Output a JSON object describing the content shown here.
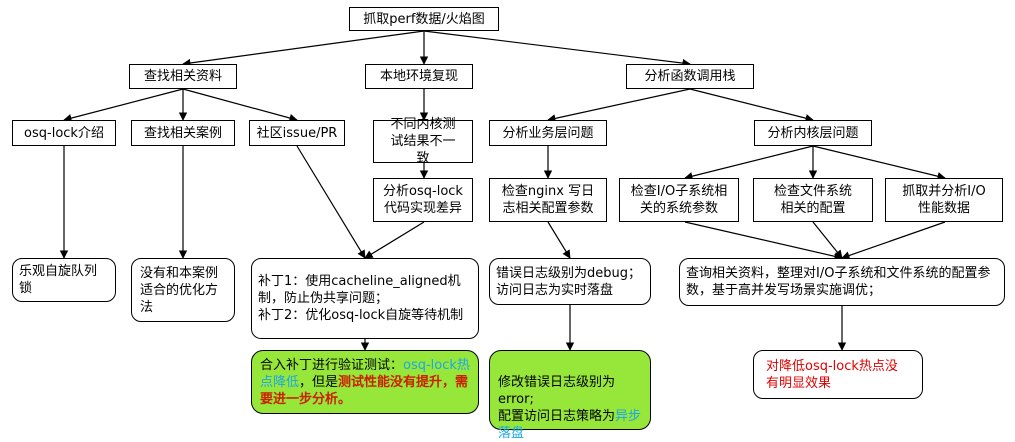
{
  "root": "抓取perf数据/火焰图",
  "l1": {
    "find": "查找相关资料",
    "local": "本地环境复现",
    "analyze": "分析函数调用栈"
  },
  "l2": {
    "osq": "osq-lock介绍",
    "cases": "查找相关案例",
    "community": "社区issue/PR",
    "diff": "不同内核测试结果不一致",
    "osqcode": "分析osq-lock代码实现差异",
    "biz": "分析业务层问题",
    "kernel": "分析内核层问题"
  },
  "l3": {
    "nginx": "检查nginx 写日志相关配置参数",
    "io": "检查I/O子系统相关的系统参数",
    "fs": "检查文件系统相关的配置",
    "perfio": "抓取并分析I/O性能数据"
  },
  "results": {
    "optimistic": "乐观自旋队列锁",
    "nocase": "没有和本案例适合的优化方法",
    "patch": "补丁1：使用cacheline_aligned机制，防止伪共享问题；\n补丁2：优化osq-lock自旋等待机制",
    "log": "错误日志级别为debug；\n访问日志为实时落盘",
    "tune": "查询相关资料，整理对I/O子系统和文件系统的配置参数，基于高并发写场景实施调优；"
  },
  "outcomes": {
    "verify": {
      "p1": "合入补丁进行验证测试：",
      "p2": "osq-lock热点降低",
      "p3": "，但是",
      "p4": "测试性能没有提升，需要进一步分析。"
    },
    "modify": {
      "p1": "修改错误日志级别为error;\n配置访问日志策略为",
      "p2": "异步落盘"
    },
    "noeffect": "对降低osq-lock热点没有明显效果"
  },
  "colors": {
    "green": "#97e63a",
    "red": "#e00000",
    "cyan": "#1aa8e8"
  }
}
